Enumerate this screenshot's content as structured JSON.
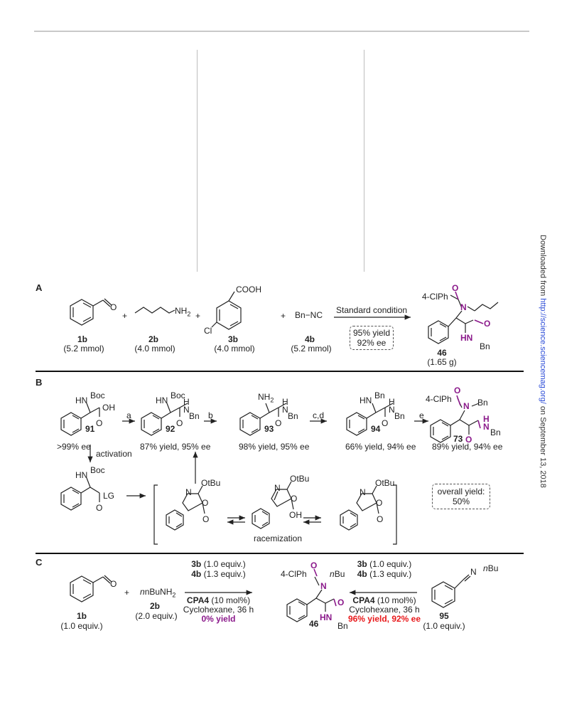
{
  "side_note": {
    "prefix": "Downloaded from ",
    "link": "http://science.sciencemag.org/",
    "suffix": " on September 13, 2018"
  },
  "panelA": {
    "label": "A",
    "plus": "+",
    "r1": {
      "name": "1b",
      "amount": "(5.2 mmol)"
    },
    "r2": {
      "name": "2b",
      "amount": "(4.0 mmol)",
      "group": "NH",
      "sub": "2"
    },
    "r3": {
      "name": "3b",
      "amount": "(4.0 mmol)",
      "cooh": "COOH",
      "cl": "Cl"
    },
    "r4": {
      "name": "4b",
      "amount": "(5.2 mmol)",
      "formula": "Bn−NC"
    },
    "arrow_label": "Standard condition",
    "result_line1": "95% yield",
    "result_line2": "92% ee",
    "product": {
      "name": "46",
      "amount": "(1.65 g)",
      "acyl": "4-ClPh",
      "o": "O",
      "n": "N",
      "hn": "HN",
      "bn": "Bn"
    }
  },
  "panelB": {
    "label": "B",
    "c91": {
      "name": "91",
      "hn": "HN",
      "boc": "Boc",
      "oh": "OH",
      "o": "O",
      "ee": ">99% ee"
    },
    "step_a": "a",
    "c92": {
      "name": "92",
      "hn": "HN",
      "boc": "Boc",
      "h": "H",
      "n": "N",
      "bn": "Bn",
      "o": "O",
      "yield": "87% yield, 95% ee"
    },
    "step_b": "b",
    "c93": {
      "name": "93",
      "nh2": "NH",
      "sub": "2",
      "h": "H",
      "n": "N",
      "bn": "Bn",
      "o": "O",
      "yield": "98% yield, 95% ee"
    },
    "step_cd": "c,d",
    "c94": {
      "name": "94",
      "hn": "HN",
      "bn1": "Bn",
      "h": "H",
      "n": "N",
      "bn2": "Bn",
      "o": "O",
      "yield": "66% yield, 94% ee"
    },
    "step_e": "e",
    "c73": {
      "name": "73",
      "acyl": "4-ClPh",
      "o1": "O",
      "n": "N",
      "bn1": "Bn",
      "h": "H",
      "n2": "N",
      "bn2": "Bn",
      "o2": "O",
      "yield": "89% yield, 94% ee"
    },
    "activation": "activation",
    "act": {
      "hn": "HN",
      "boc": "Boc",
      "lg": "LG",
      "o": "O"
    },
    "ox": {
      "otbu": "OtBu",
      "n": "N",
      "o": "O",
      "oh": "OH"
    },
    "racemization": "racemization",
    "overall1": "overall yield:",
    "overall2": "50%"
  },
  "panelC": {
    "label": "C",
    "plus": "+",
    "r1": {
      "name": "1b",
      "equiv": "(1.0 equiv.)"
    },
    "r2": {
      "formula": "nBuNH",
      "sub": "2",
      "name": "2b",
      "equiv": "(2.0 equiv.)"
    },
    "left_cond": {
      "l1a": "3b",
      "l1b": " (1.0 equiv.)",
      "l2a": "4b",
      "l2b": " (1.3 equiv.)",
      "l3a": "CPA4",
      "l3b": " (10 mol%)",
      "l4": "Cyclohexane, 36 h",
      "l5": "0% yield"
    },
    "product": {
      "name": "46",
      "acyl": "4-ClPh",
      "o": "O",
      "n": "N",
      "nbu": "nBu",
      "hn": "HN",
      "bn": "Bn"
    },
    "right_cond": {
      "l1a": "3b",
      "l1b": " (1.0 equiv.)",
      "l2a": "4b",
      "l2b": " (1.3 equiv.)",
      "l3a": "CPA4",
      "l3b": " (10 mol%)",
      "l4": "Cyclohexane, 36 h",
      "l5": "96% yield, 92% ee"
    },
    "imine": {
      "name": "95",
      "equiv": "(1.0 equiv.)",
      "n": "N",
      "nbu": "nBu"
    }
  }
}
